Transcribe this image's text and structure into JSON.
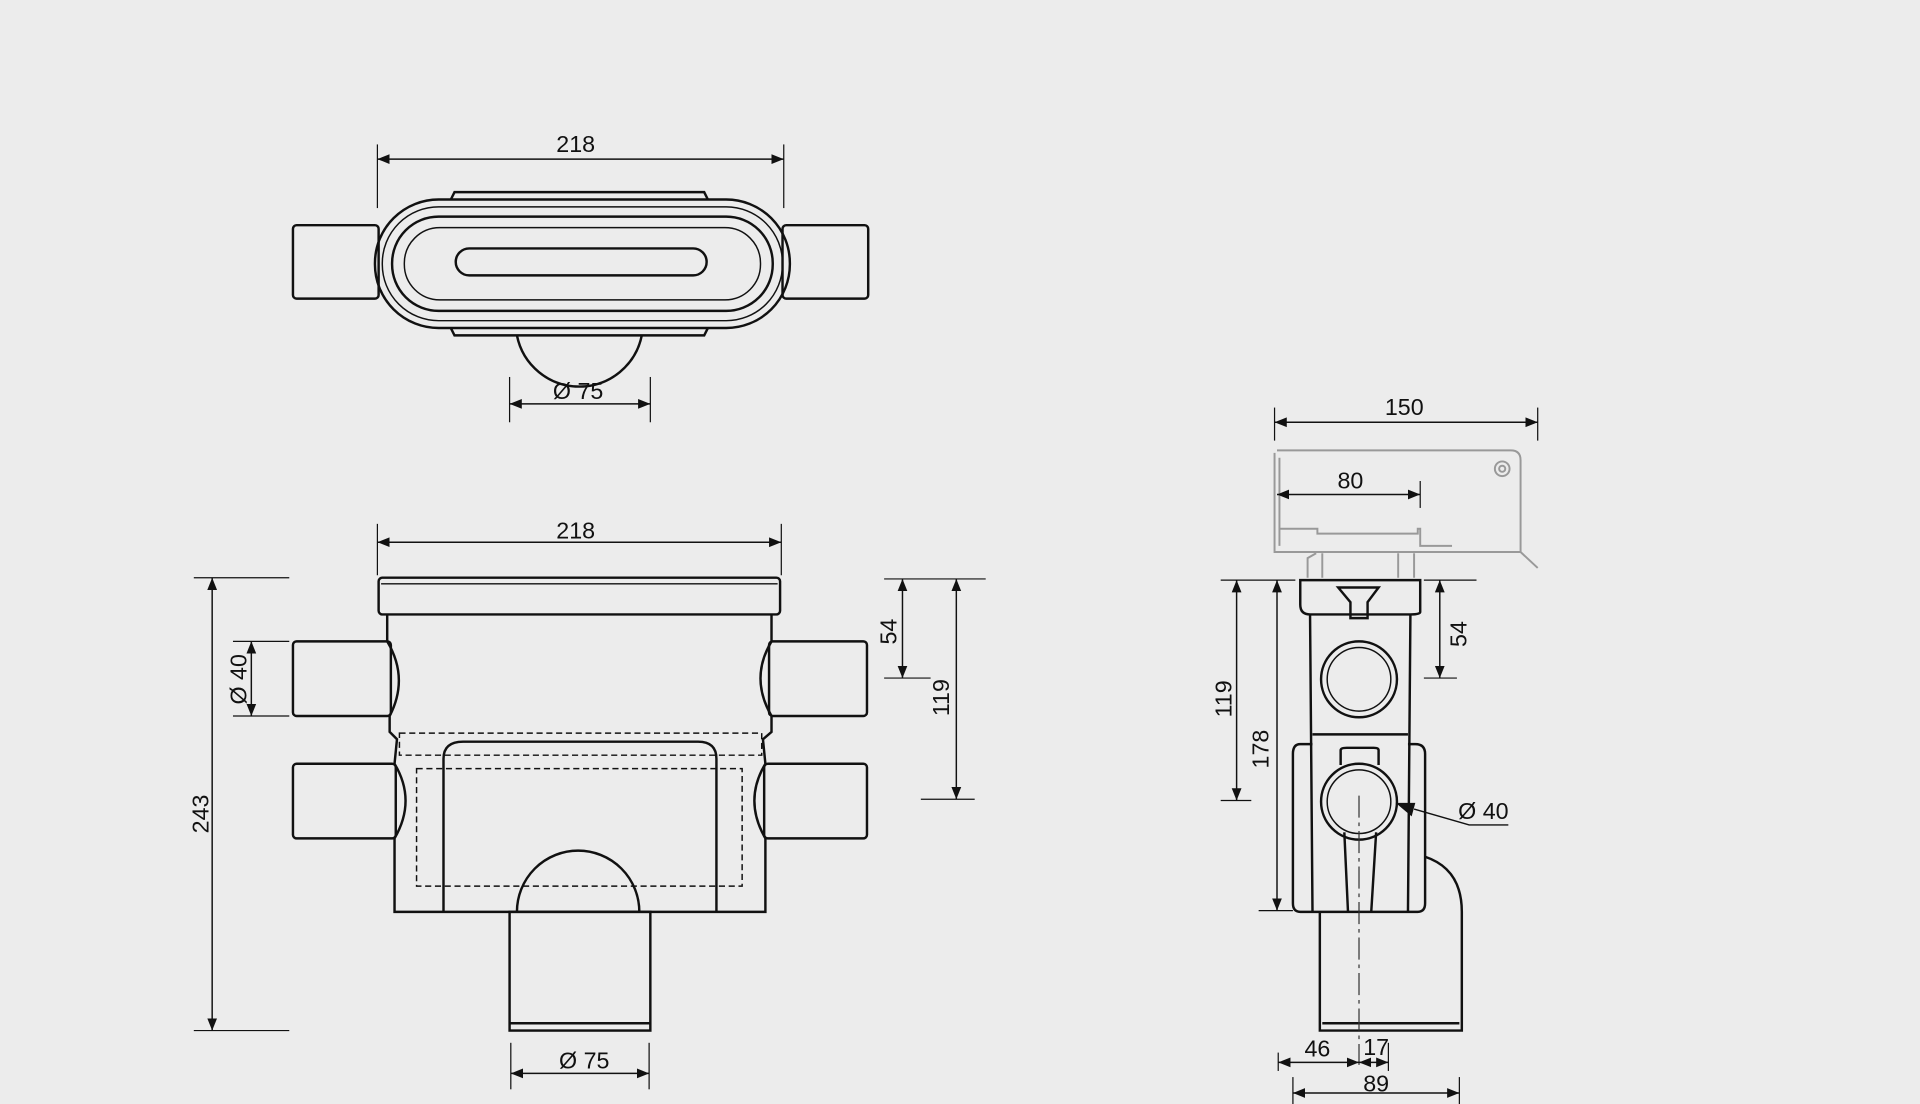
{
  "title": "Drain body technical drawing",
  "colors": {
    "background": "#ececec",
    "line": "#111111",
    "bracket": "#999999"
  },
  "top_view": {
    "width": "218",
    "outlet": "Ø 75"
  },
  "front_view": {
    "width": "218",
    "height": "243",
    "inlet": "Ø 40",
    "inlet_height": "54",
    "lower_inlet_height": "119",
    "outlet": "Ø 75"
  },
  "side_view": {
    "bracket_width": "150",
    "bracket_inner": "80",
    "inlet_height": "54",
    "lower_inlet_height": "119",
    "body_height": "178",
    "inlet": "Ø 40",
    "offset_left": "46",
    "offset_center": "17",
    "outlet_depth": "89"
  }
}
